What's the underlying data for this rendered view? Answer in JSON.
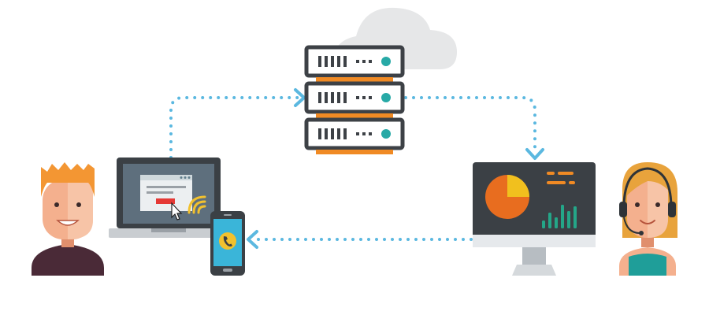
{
  "diagram": {
    "nodes": [
      {
        "id": "customer",
        "icon": "man-avatar-icon"
      },
      {
        "id": "laptop",
        "icon": "laptop-icon"
      },
      {
        "id": "phone",
        "icon": "smartphone-call-icon"
      },
      {
        "id": "cloud-server",
        "icon": "server-rack-icon"
      },
      {
        "id": "dashboard-monitor",
        "icon": "monitor-analytics-icon"
      },
      {
        "id": "support-agent",
        "icon": "woman-headset-avatar-icon"
      }
    ],
    "edges": [
      {
        "from": "laptop",
        "to": "cloud-server"
      },
      {
        "from": "cloud-server",
        "to": "dashboard-monitor"
      },
      {
        "from": "dashboard-monitor",
        "to": "phone"
      }
    ]
  },
  "colors": {
    "connector": "#5bb8e0",
    "server_frame": "#3d4146",
    "server_led": "#27a9a6",
    "accent_orange": "#f08a24",
    "cloud": "#e6e7e8",
    "monitor_screen": "#3b4045",
    "chart_yellow": "#f1c01e",
    "chart_orange": "#e86d1f",
    "chart_teal": "#24a688",
    "phone_screen": "#3ab5d9",
    "call_yellow": "#f2c12e"
  }
}
